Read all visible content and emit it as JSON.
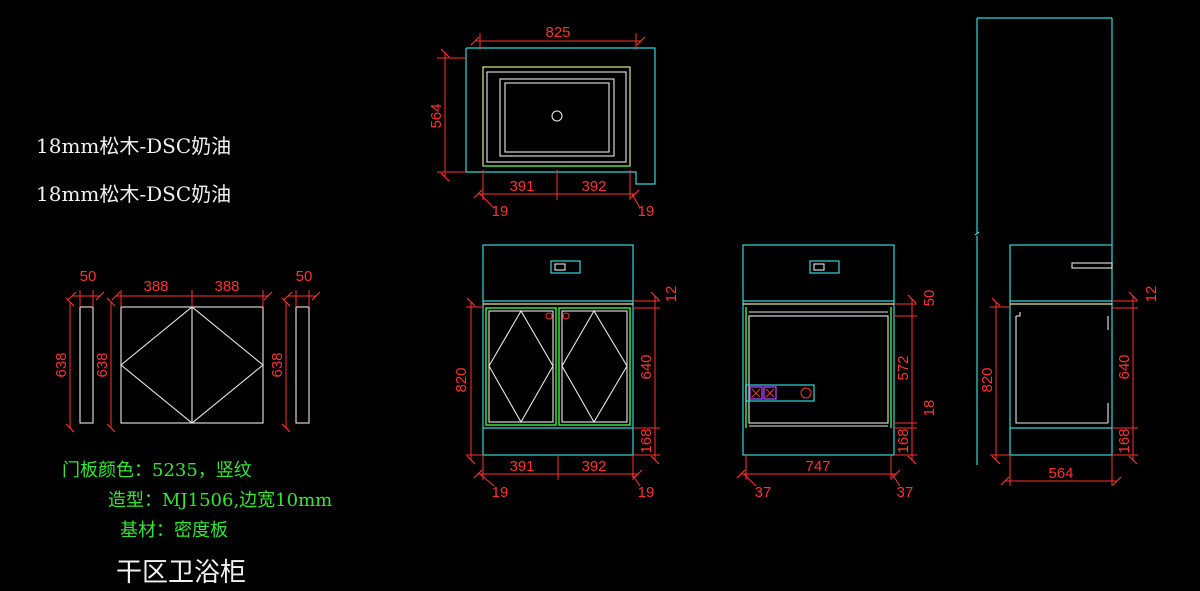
{
  "notes": {
    "material_1": "18mm松木-DSC奶油",
    "material_2": "18mm松木-DSC奶油",
    "door_color": "门板颜色：5235，竖纹",
    "door_style": "造型：MJ1506,边宽10mm",
    "substrate": "基材：密度板",
    "drawing_title": "干区卫浴柜"
  },
  "dimensions": {
    "top_view": {
      "width": "825",
      "depth": "564",
      "left_half": "391",
      "right_half": "392",
      "side_left": "19",
      "side_right": "19"
    },
    "door_panel": {
      "side_w_left": "50",
      "door_w_left": "388",
      "door_w_right": "388",
      "side_w_right": "50",
      "h_side_left": "638",
      "h_door": "638",
      "h_side_right": "638"
    },
    "front_view": {
      "height": "820",
      "top_gap": "12",
      "door_h": "640",
      "base_h": "168",
      "left_half": "391",
      "right_half": "392",
      "side_left": "19",
      "side_right": "19"
    },
    "inner_view": {
      "top": "50",
      "inner_h": "572",
      "shelf": "18",
      "base_h": "168",
      "width": "747",
      "side_left": "37",
      "side_right": "37"
    },
    "side_view": {
      "height": "820",
      "top_gap": "12",
      "door_h": "640",
      "base_h": "168",
      "depth": "564"
    }
  },
  "colors": {
    "cyan": "#2fd8d8",
    "dimension_red": "#ff3030",
    "door_green": "#3cd23c",
    "text_green": "#33e633",
    "background": "#000000"
  }
}
